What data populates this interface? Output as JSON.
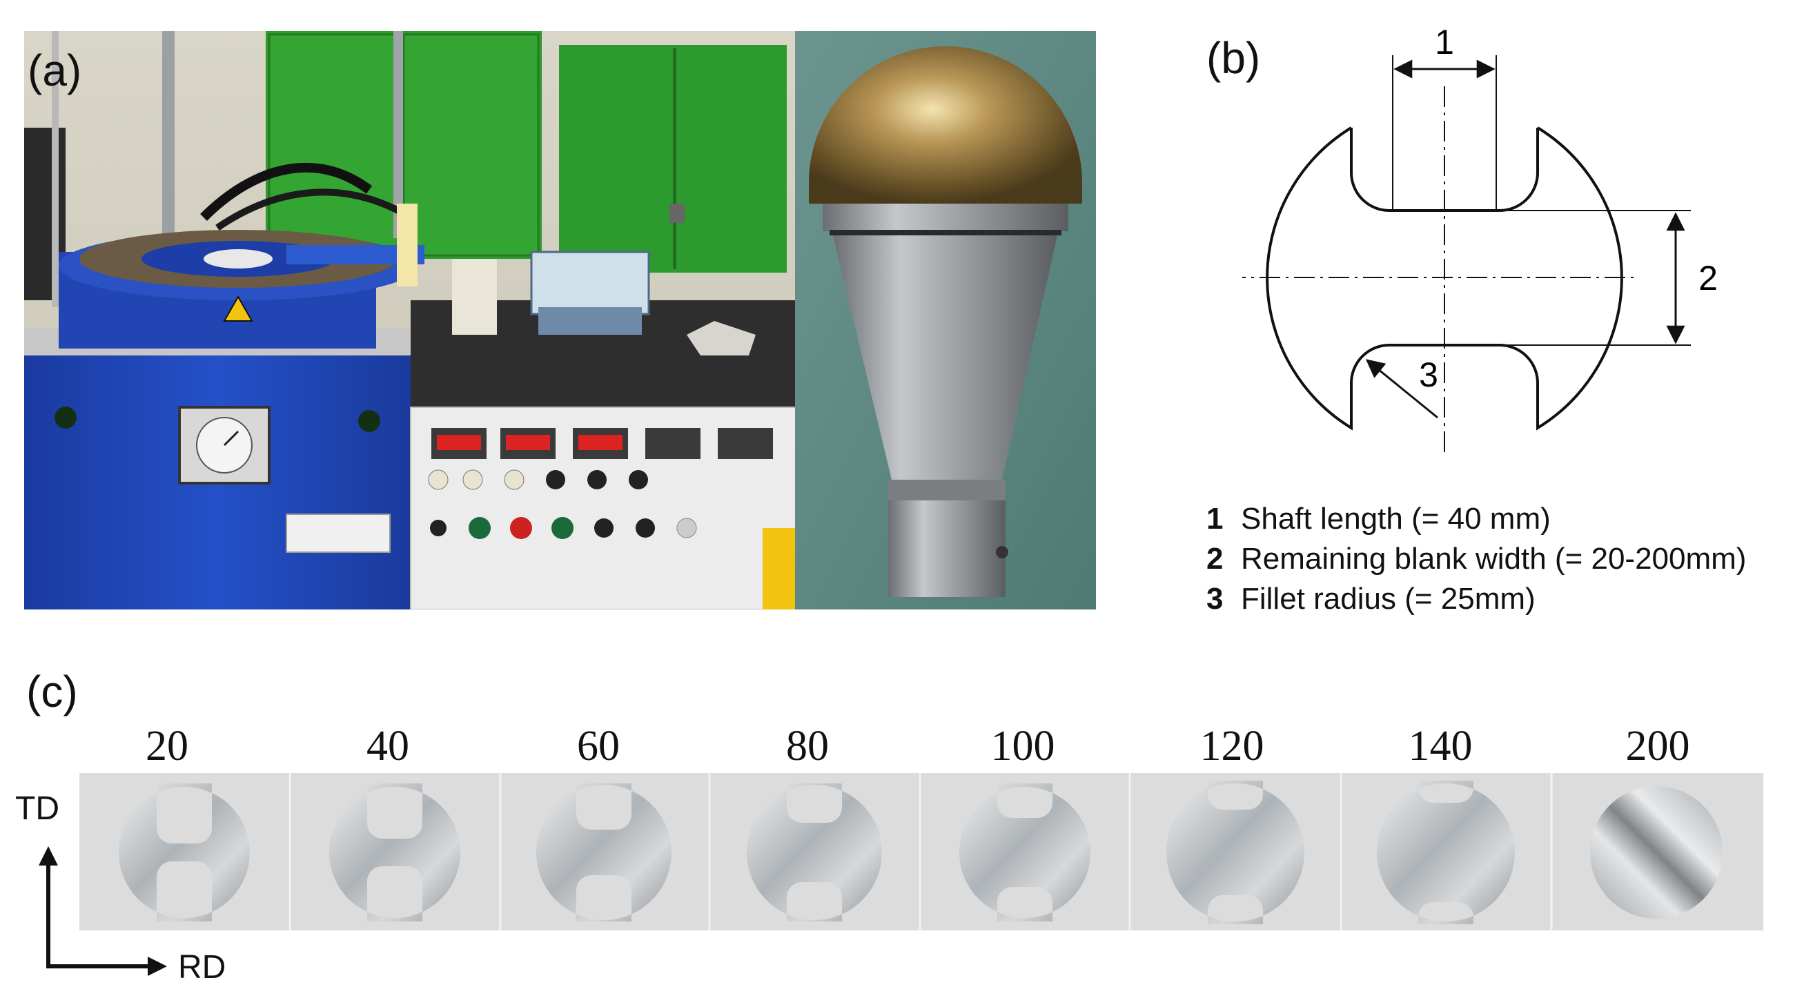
{
  "panels": {
    "a": "(a)",
    "b": "(b)",
    "c": "(c)"
  },
  "schematic": {
    "dimension_labels": [
      "1",
      "2",
      "3"
    ],
    "legend": [
      {
        "num": "1",
        "text": "Shaft length (= 40 mm)"
      },
      {
        "num": "2",
        "text": "Remaining blank width (= 20-200mm)"
      },
      {
        "num": "3",
        "text": "Fillet radius (= 25mm)"
      }
    ]
  },
  "specimens": {
    "widths": [
      "20",
      "40",
      "60",
      "80",
      "100",
      "120",
      "140",
      "200"
    ],
    "axes": {
      "td": "TD",
      "rd": "RD"
    }
  },
  "colors": {
    "machine_blue": "#1f45b8",
    "cabinet_green": "#2f9a2e",
    "punch_bronze": "#a88a4a",
    "specimen_background": "#dcdcdc"
  }
}
